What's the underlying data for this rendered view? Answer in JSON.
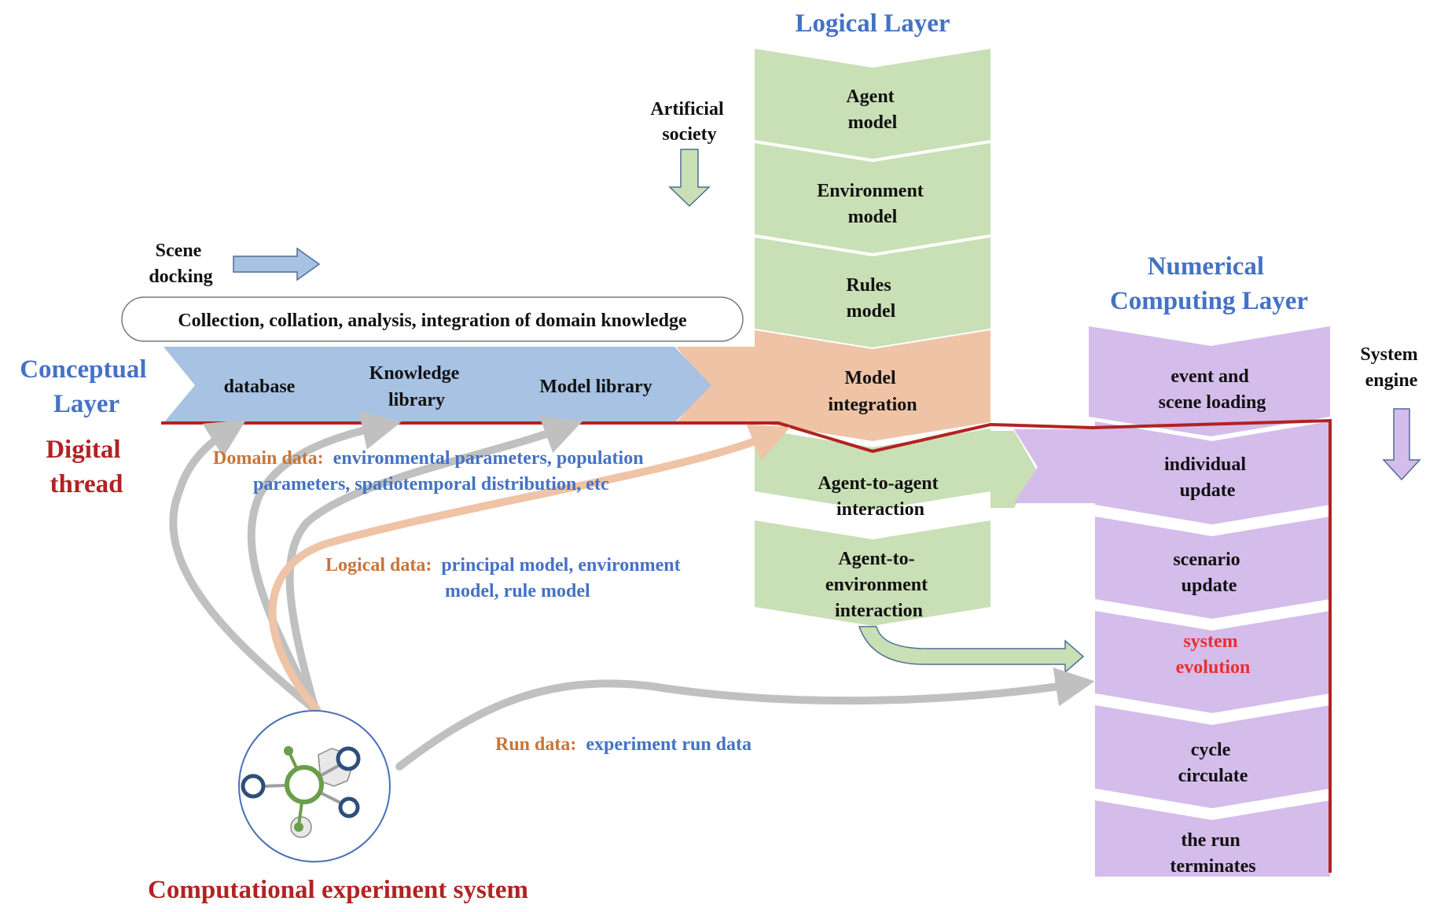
{
  "logical_layer": {
    "title": "Logical Layer",
    "items": [
      {
        "line1": "Agent",
        "line2": "model"
      },
      {
        "line1": "Environment",
        "line2": "model"
      },
      {
        "line1": "Rules",
        "line2": "model"
      },
      {
        "line1": "Model",
        "line2": "integration"
      },
      {
        "line1": "Agent-to-agent",
        "line2": "interaction"
      },
      {
        "line1": "Agent-to-",
        "line2": "environment",
        "line3": "interaction"
      }
    ]
  },
  "artificial_society": {
    "line1": "Artificial",
    "line2": "society"
  },
  "scene_docking": {
    "line1": "Scene",
    "line2": "docking"
  },
  "knowledge_box": "Collection, collation, analysis, integration of domain knowledge",
  "conceptual_layer": {
    "title1": "Conceptual",
    "title2": "Layer",
    "items": [
      {
        "line1": "database"
      },
      {
        "line1": "Knowledge",
        "line2": "library"
      },
      {
        "line1": "Model library"
      }
    ]
  },
  "digital_thread": {
    "line1": "Digital",
    "line2": "thread"
  },
  "numerical_layer": {
    "title1": "Numerical",
    "title2": "Computing Layer",
    "items": [
      {
        "line1": "event and",
        "line2": "scene loading"
      },
      {
        "line1": "individual",
        "line2": "update"
      },
      {
        "line1": "scenario",
        "line2": "update"
      },
      {
        "line1": "system",
        "line2": "evolution"
      },
      {
        "line1": "cycle",
        "line2": "circulate"
      },
      {
        "line1": "the run",
        "line2": "terminates"
      }
    ]
  },
  "system_engine": {
    "line1": "System",
    "line2": "engine"
  },
  "domain_data": {
    "label": "Domain data:",
    "text1": "environmental parameters, population",
    "text2": "parameters, spatiotemporal distribution, etc"
  },
  "logical_data": {
    "label": "Logical data:",
    "text1": "principal model, environment",
    "text2": "model, rule model"
  },
  "run_data": {
    "label": "Run data:",
    "text1": "experiment run data"
  },
  "experiment_system": "Computational experiment system",
  "colors": {
    "green": "#c9dfb5",
    "blue": "#a7c2e2",
    "peach": "#efc3a6",
    "purple": "#d4bceb",
    "thread_red": "#b22222",
    "gray_arrow": "#c0c0c0",
    "layer_title": "#4472c4"
  }
}
